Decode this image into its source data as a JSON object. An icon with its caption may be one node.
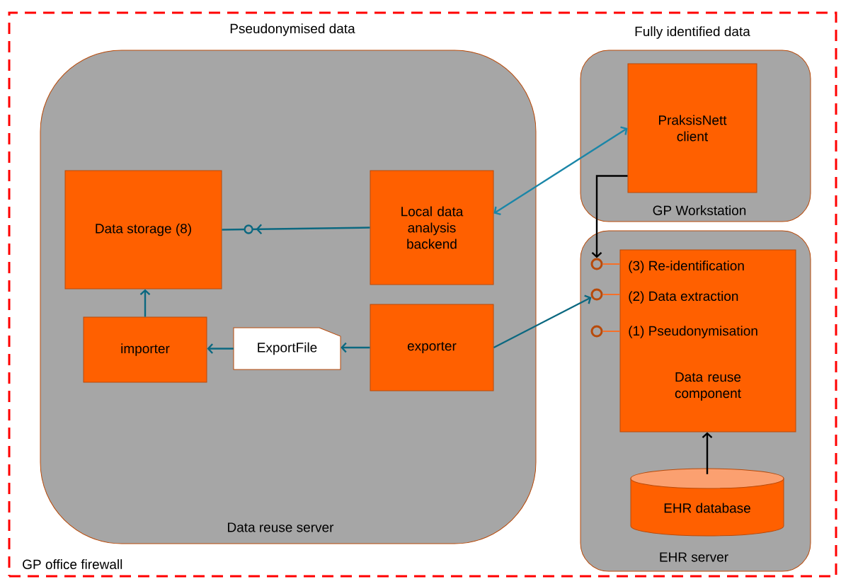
{
  "diagram": {
    "nodes": [
      {
        "text": [
          "GP office firewall"
        ]
      },
      {
        "text": [
          "Pseudonymised data",
          "Data reuse server"
        ],
        "in": 0
      },
      {
        "text": [
          "Data storage (8)"
        ],
        "in": 1
      },
      {
        "text": [
          "Local data analysis backend"
        ],
        "in": 1
      },
      {
        "text": [
          "importer"
        ],
        "in": 1
      },
      {
        "text": [
          "ExportFile"
        ],
        "in": 1
      },
      {
        "text": [
          "exporter"
        ],
        "in": 1
      },
      {
        "text": [
          "Fully identified data",
          "GP Workstation"
        ],
        "in": 0
      },
      {
        "text": [
          "PraksisNett client"
        ],
        "in": 7
      },
      {
        "text": [
          "EHR server"
        ],
        "in": 0
      },
      {
        "text": [
          "(3) Re-identification",
          "(2) Data extraction",
          "(1) Pseudonymisation",
          "Data reuse component"
        ],
        "in": 9
      },
      {
        "text": [],
        "shape": "circle",
        "in": 9
      },
      {
        "text": [],
        "shape": "circle",
        "in": 9
      },
      {
        "text": [],
        "shape": "circle",
        "in": 9
      },
      {
        "text": [
          "EHR database"
        ],
        "in": 9
      }
    ],
    "edges": [
      {
        "from": 3,
        "to": 2,
        "arrow": "to"
      },
      {
        "from": 3,
        "to": 8,
        "arrow": "both",
        "color": "#1a86a8"
      },
      {
        "from": 4,
        "to": 2,
        "arrow": "to"
      },
      {
        "from": 5,
        "to": 4,
        "arrow": "to"
      },
      {
        "from": 6,
        "to": 5,
        "arrow": "to"
      },
      {
        "from": 6,
        "to": 12,
        "arrow": "to"
      },
      {
        "from": 8,
        "to": 11,
        "arrow": "to",
        "color": "#000000"
      },
      {
        "from": 11,
        "to": 10,
        "arrow": "none",
        "color": "#ff6a1a"
      },
      {
        "from": 12,
        "to": 10,
        "arrow": "none",
        "color": "#ff6a1a"
      },
      {
        "from": 13,
        "to": 10,
        "arrow": "none",
        "color": "#ff6a1a"
      },
      {
        "from": 14,
        "to": 10,
        "arrow": "to",
        "color": "#000000"
      }
    ]
  }
}
